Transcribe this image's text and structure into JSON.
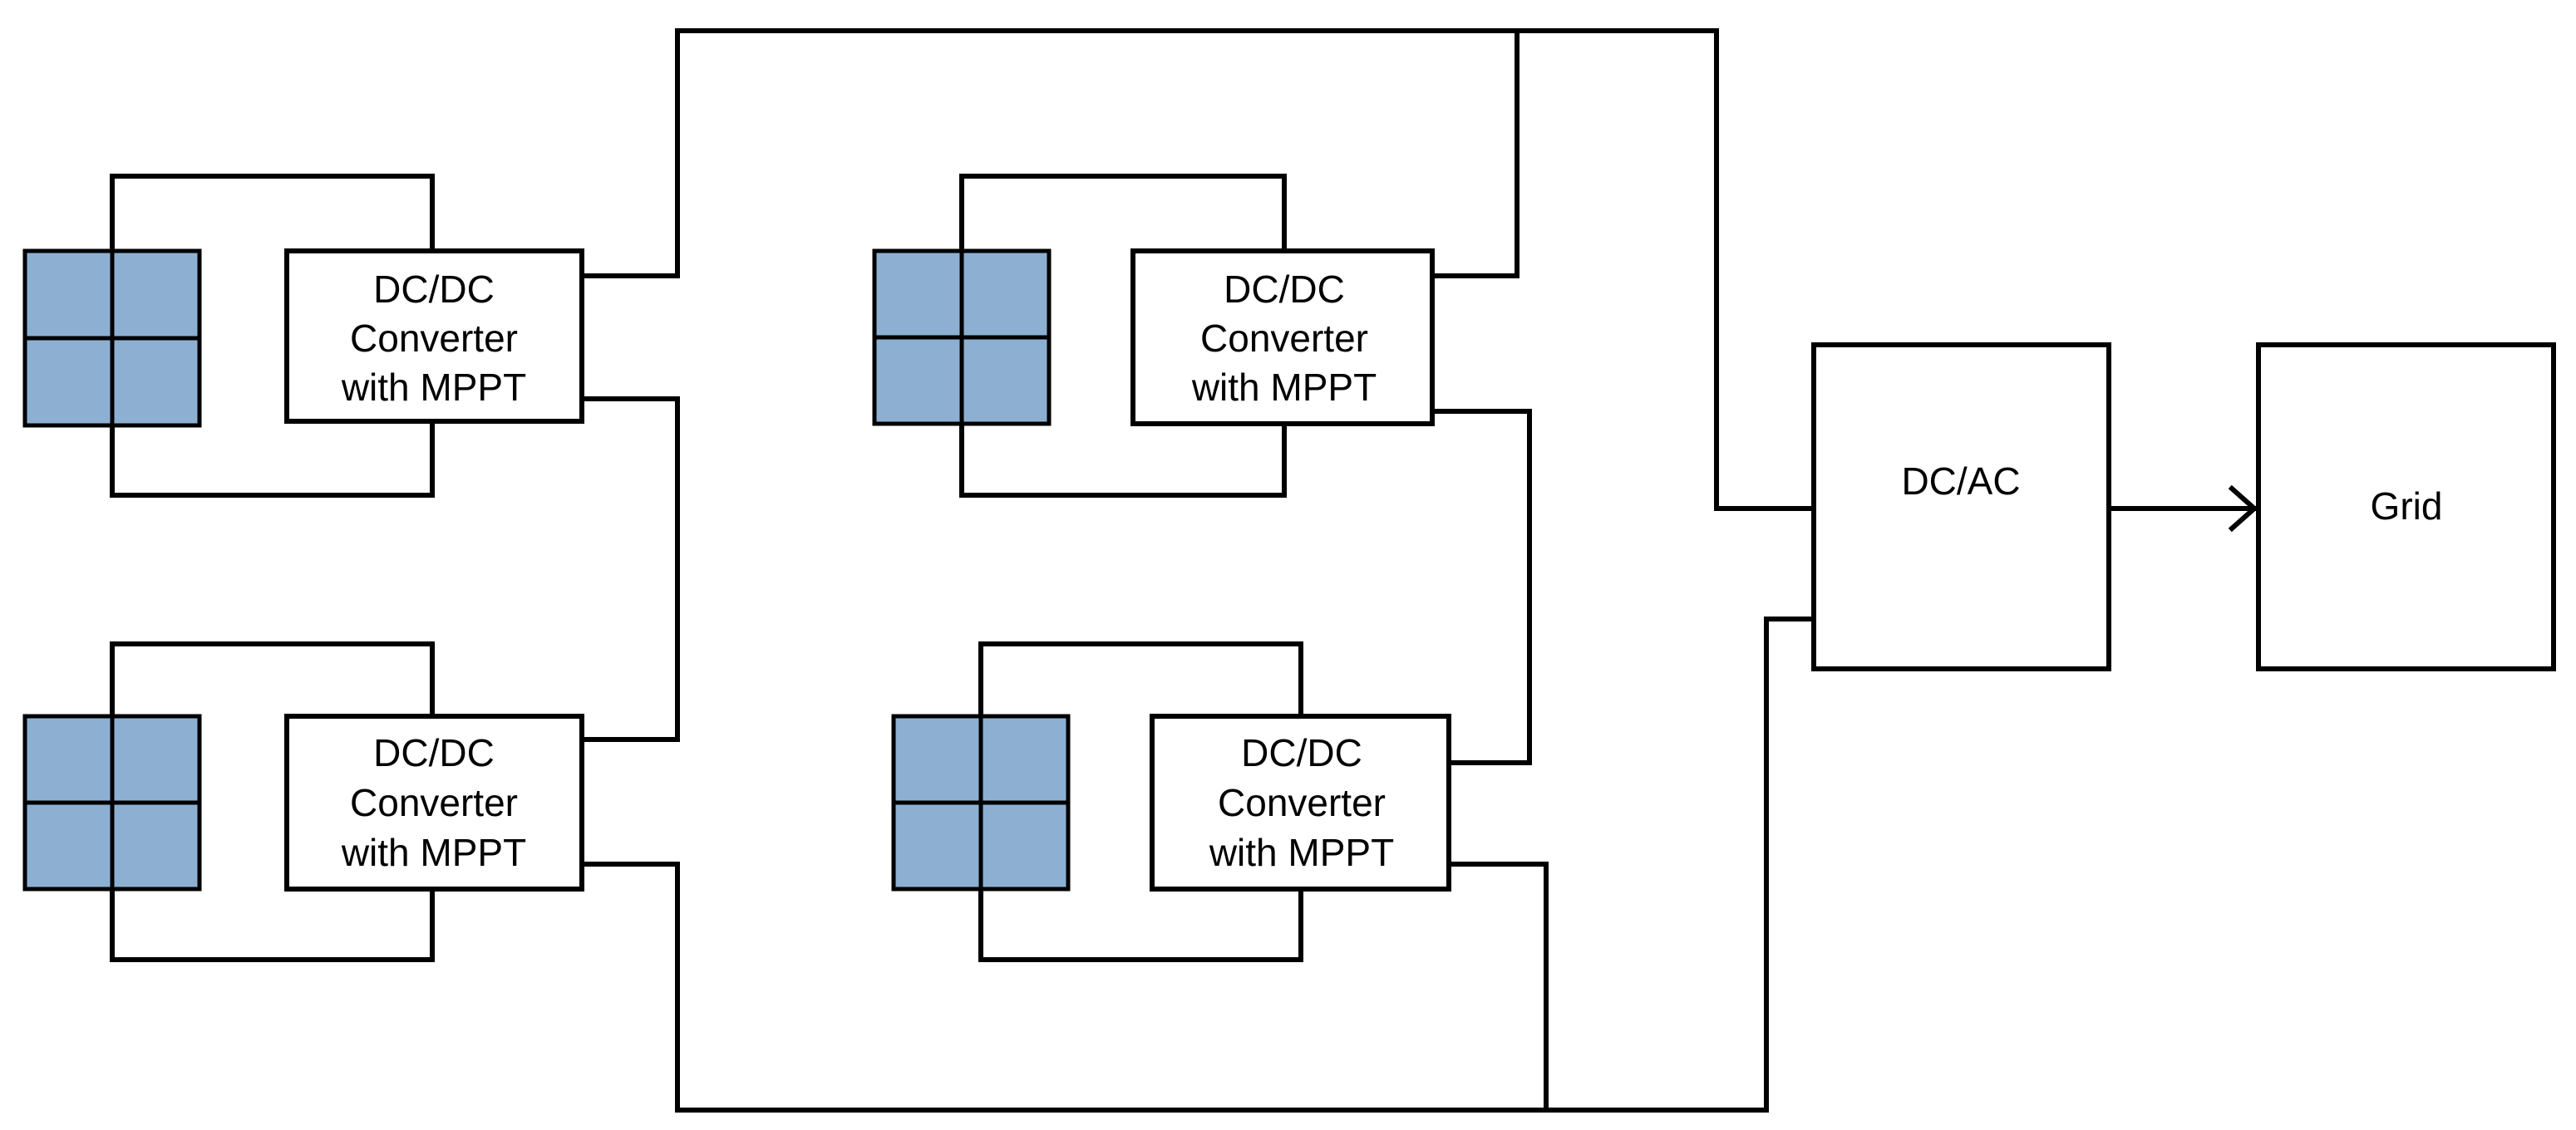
{
  "colors": {
    "panel_fill": "#8DB0D2",
    "line": "#000000",
    "background": "#FFFFFF"
  },
  "converter": {
    "line1": "DC/DC",
    "line2": "Converter",
    "line3": "with MPPT"
  },
  "inverter": {
    "label": "DC/AC"
  },
  "grid": {
    "label": "Grid"
  },
  "icons": {
    "pv_panel": "solar-panel-icon",
    "arrow": "arrow-right-icon"
  }
}
